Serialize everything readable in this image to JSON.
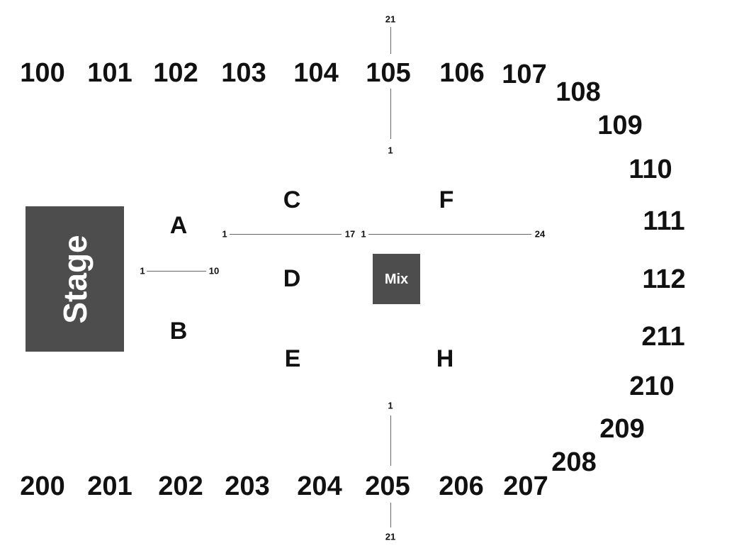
{
  "stage": {
    "label": "Stage"
  },
  "mix": {
    "label": "Mix"
  },
  "zones": [
    "A",
    "B",
    "C",
    "D",
    "E",
    "F",
    "H"
  ],
  "sections_top": [
    "100",
    "101",
    "102",
    "103",
    "104",
    "105",
    "106",
    "107"
  ],
  "sections_right": [
    "108",
    "109",
    "110",
    "111",
    "112",
    "211",
    "210",
    "209",
    "208"
  ],
  "sections_bottom": [
    "200",
    "201",
    "202",
    "203",
    "204",
    "205",
    "206",
    "207"
  ],
  "row_labels": {
    "top_aisle": {
      "start": "21",
      "end": "1"
    },
    "bottom_aisle": {
      "start": "1",
      "end": "21"
    },
    "front_rows": {
      "start": "1",
      "end": "10"
    },
    "mid_left": {
      "start": "1",
      "end": "17"
    },
    "mid_right": {
      "start": "1",
      "end": "24"
    }
  }
}
